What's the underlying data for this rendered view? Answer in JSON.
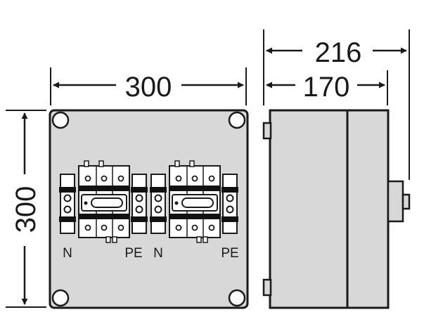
{
  "dimensions": {
    "front_width": "300",
    "front_height": "300",
    "side_depth_total": "216",
    "side_depth_body": "170"
  },
  "terminal_labels": {
    "left_neutral": "N",
    "left_earth": "PE",
    "right_neutral": "N",
    "right_earth": "PE"
  },
  "colors": {
    "enclosure_fill": "#d8d8d8",
    "terminal_fill": "#ffffff",
    "terminal_band": "#111111",
    "stroke": "#1a1a1a"
  }
}
